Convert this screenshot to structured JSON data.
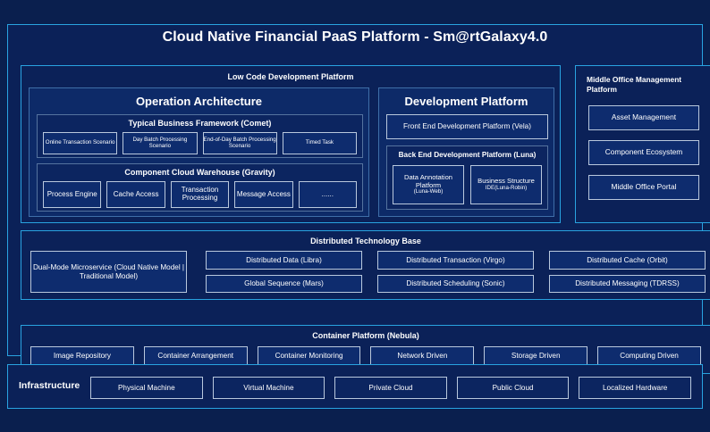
{
  "page_title": "Cloud Native Financial PaaS Platform - Sm@rtGalaxy4.0",
  "colors": {
    "background": "#0a1f4e",
    "accent_border": "#29a3e0",
    "panel_border": "#3f6ea8",
    "leaf_border": "#b9c8dd",
    "text": "#ffffff"
  },
  "low_code": {
    "title": "Low Code Development Platform",
    "operation_architecture": {
      "title": "Operation Architecture",
      "comet": {
        "title": "Typical Business Framework (Comet)",
        "items": [
          "Online Transaction Scenario",
          "Day Batch Processing Scenario",
          "End-of-Day Batch Processing Scenario",
          "Timed Task"
        ]
      },
      "gravity": {
        "title": "Component Cloud Warehouse (Gravity)",
        "items": [
          "Process Engine",
          "Cache Access",
          "Transaction Processing",
          "Message Access",
          "......"
        ]
      }
    },
    "development_platform": {
      "title": "Development Platform",
      "front_end": "Front End Development Platform (Vela)",
      "back_end": {
        "title": "Back End Development Platform (Luna)",
        "items": [
          {
            "name": "Data Annotation Platform",
            "sub": "(Luna-Web)"
          },
          {
            "name": "Business Structure",
            "sub": "IDE(Luna-Robin)"
          }
        ]
      }
    }
  },
  "middle_office": {
    "title": "Middle Office Management Platform",
    "items": [
      "Asset Management",
      "Component Ecosystem",
      "Middle Office Portal"
    ]
  },
  "distributed_tech_base": {
    "title": "Distributed Technology Base",
    "dual_mode": "Dual-Mode Microservice (Cloud Native Model | Traditional Model)",
    "columns": [
      [
        "Distributed Data (Libra)",
        "Global Sequence (Mars)"
      ],
      [
        "Distributed Transaction (Virgo)",
        "Distributed Scheduling (Sonic)"
      ],
      [
        "Distributed Cache (Orbit)",
        "Distributed Messaging (TDRSS)"
      ]
    ]
  },
  "container_platform": {
    "title": "Container Platform (Nebula)",
    "items": [
      "Image Repository",
      "Container Arrangement",
      "Container Monitoring",
      "Network Driven",
      "Storage Driven",
      "Computing Driven"
    ]
  },
  "infrastructure": {
    "label": "Infrastructure",
    "items": [
      "Physical Machine",
      "Virtual Machine",
      "Private Cloud",
      "Public Cloud",
      "Localized Hardware"
    ]
  }
}
